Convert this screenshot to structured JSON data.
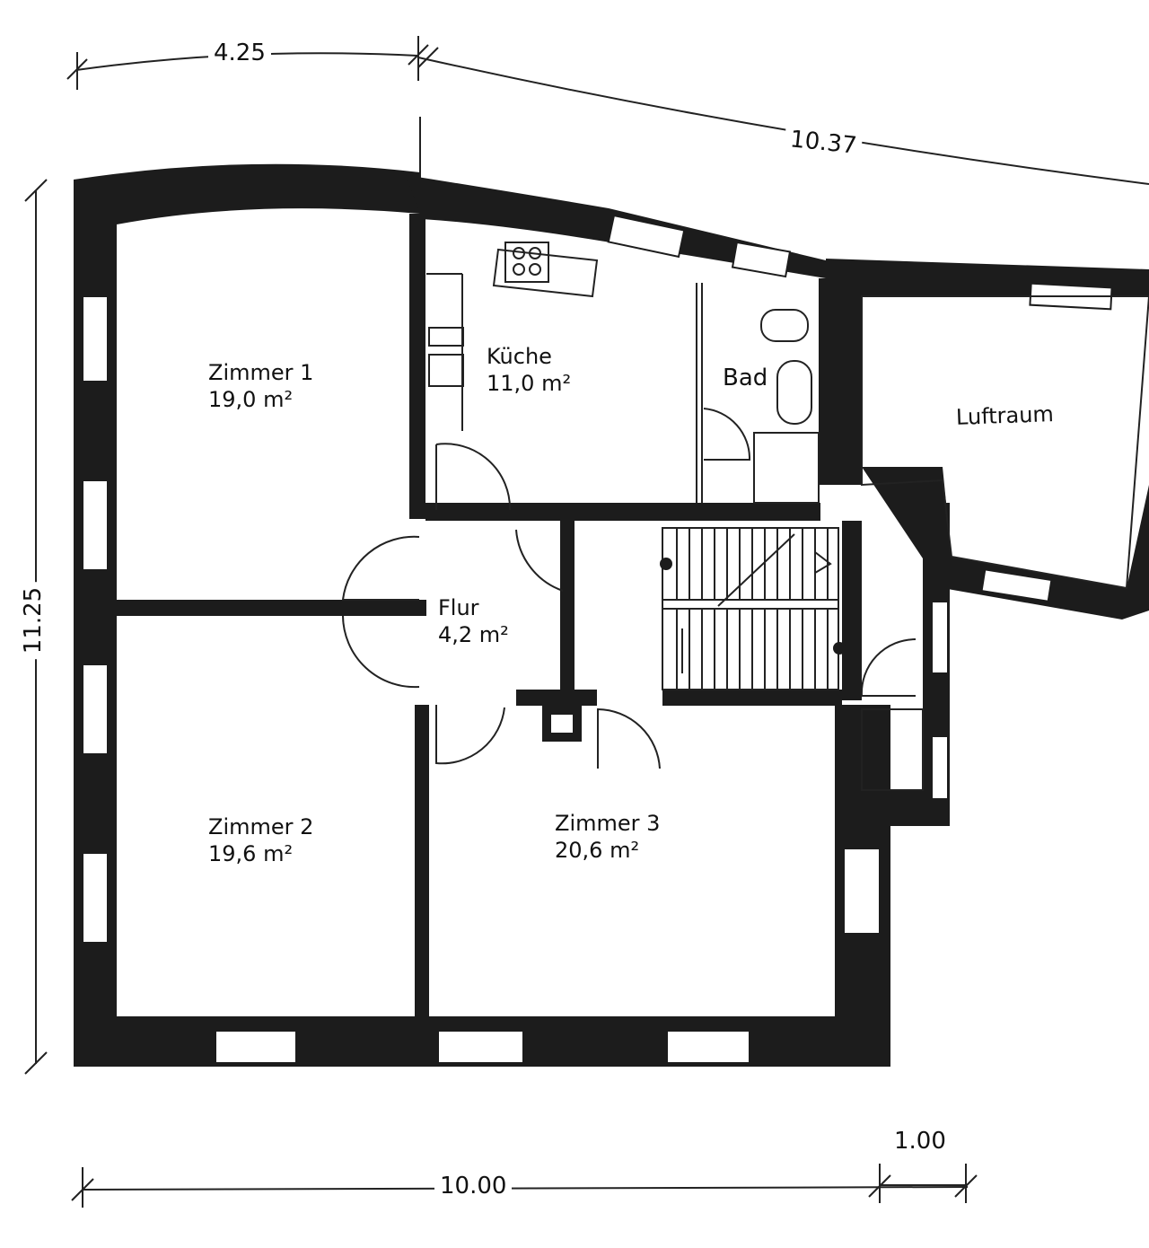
{
  "colors": {
    "wall": "#1c1c1c",
    "paper": "#ffffff",
    "line": "#222222",
    "text": "#111111"
  },
  "dimensions": {
    "top_left": "4.25",
    "top_right": "10.37",
    "left": "11.25",
    "bottom": "10.00",
    "bottom_right": "1.00"
  },
  "rooms": {
    "zimmer1": {
      "name": "Zimmer 1",
      "area": "19,0 m²"
    },
    "kueche": {
      "name": "Küche",
      "area": "11,0 m²"
    },
    "bad": {
      "name": "Bad"
    },
    "luftraum": {
      "name": "Luftraum"
    },
    "flur": {
      "name": "Flur",
      "area": "4,2 m²"
    },
    "zimmer2": {
      "name": "Zimmer 2",
      "area": "19,6 m²"
    },
    "zimmer3": {
      "name": "Zimmer 3",
      "area": "20,6 m²"
    }
  }
}
